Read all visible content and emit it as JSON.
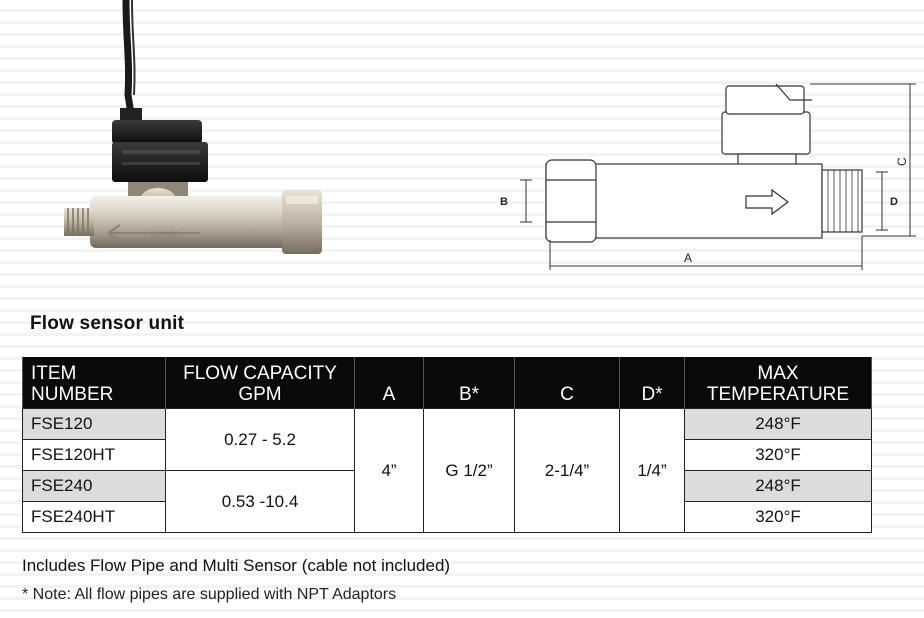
{
  "section_title": "Flow sensor unit",
  "drawing": {
    "label_a": "A",
    "label_b": "B",
    "label_c": "C",
    "label_d": "D"
  },
  "photo": {
    "body_engraving": "000000"
  },
  "table": {
    "headers": {
      "item_line1": "ITEM",
      "item_line2": "NUMBER",
      "flow_line1": "FLOW CAPACITY",
      "flow_line2": "GPM",
      "a": "A",
      "b": "B*",
      "c": "C",
      "d": "D*",
      "max_line1": "MAX",
      "max_line2": "TEMPERATURE"
    },
    "rows": [
      {
        "item": "FSE120",
        "temperature": "248°F"
      },
      {
        "item": "FSE120HT",
        "temperature": "320°F"
      },
      {
        "item": "FSE240",
        "temperature": "248°F"
      },
      {
        "item": "FSE240HT",
        "temperature": "320°F"
      }
    ],
    "flow_groups": [
      "0.27 - 5.2",
      "0.53 -10.4"
    ],
    "a_value": "4”",
    "b_value": "G 1/2”",
    "c_value": "2-1/4”",
    "d_value": "1/4”",
    "shade_color": "#dcdcdc"
  },
  "notes": {
    "includes": "Includes Flow Pipe and Multi Sensor (cable not included)",
    "footnote": "* Note: All flow pipes are supplied with NPT Adaptors"
  }
}
